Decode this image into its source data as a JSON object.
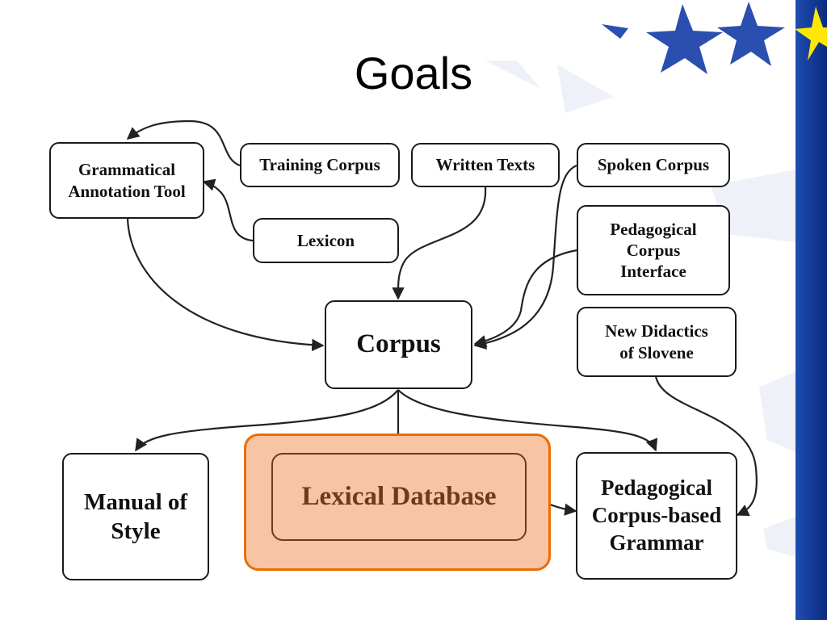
{
  "slide": {
    "title": "Goals"
  },
  "nodes": {
    "grammatical_tool": "Grammatical\nAnnotation Tool",
    "training_corpus": "Training Corpus",
    "written_texts": "Written Texts",
    "spoken_corpus": "Spoken Corpus",
    "lexicon": "Lexicon",
    "pedagogical_interface": "Pedagogical\nCorpus\nInterface",
    "corpus": "Corpus",
    "new_didactics": "New Didactics\nof Slovene",
    "manual_of_style": "Manual of\nStyle",
    "lexical_database": "Lexical Database",
    "pedagogical_grammar": "Pedagogical\nCorpus-based\nGrammar"
  },
  "colors": {
    "highlight_fill": "#f8c4a4",
    "highlight_border": "#ec6c00",
    "lexdb_text": "#6b3b20",
    "eu_blue": "#1a3fa0",
    "eu_star": "#ffe800"
  }
}
